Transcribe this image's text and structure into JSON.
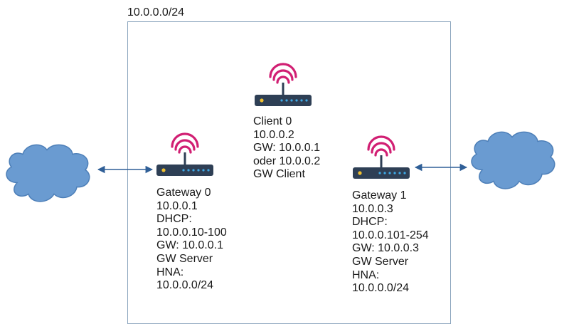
{
  "subnet": {
    "label": "10.0.0.0/24"
  },
  "colors": {
    "router_body": "#2e3f55",
    "led_yellow": "#f0c030",
    "led_blue": "#3fa9e6",
    "wifi": "#d11f73",
    "cloud_fill": "#6a9bd1",
    "cloud_stroke": "#4d7fb8",
    "link": "#2f5f97",
    "box_border": "#8aa4bd"
  },
  "icons": {
    "router": "router-icon",
    "wifi": "wifi-icon",
    "cloud": "cloud-icon"
  },
  "client0": {
    "lines": [
      "Client 0",
      "10.0.0.2",
      "GW: 10.0.0.1",
      "oder 10.0.0.2",
      "GW Client"
    ]
  },
  "gateway0": {
    "lines": [
      "Gateway 0",
      "10.0.0.1",
      "DHCP:",
      "10.0.0.10-100",
      "GW: 10.0.0.1",
      "GW Server",
      "HNA:",
      "10.0.0.0/24"
    ]
  },
  "gateway1": {
    "lines": [
      "Gateway 1",
      "10.0.0.3",
      "DHCP:",
      "10.0.0.101-254",
      "GW: 10.0.0.3",
      "GW Server",
      "HNA:",
      "10.0.0.0/24"
    ]
  }
}
